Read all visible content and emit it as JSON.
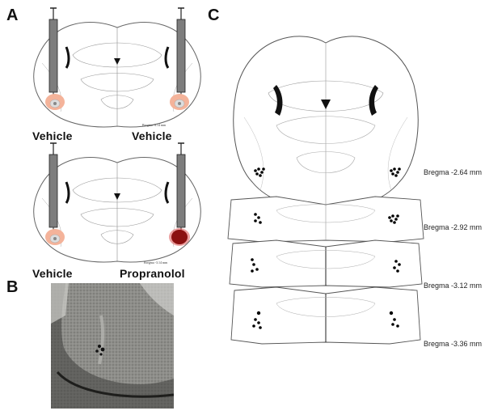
{
  "panels": {
    "a": {
      "letter": "A",
      "top_left_label": "Vehicle",
      "top_right_label": "Vehicle",
      "top_bregma": "Bregma -3.14 mm",
      "bottom_left_label": "Vehicle",
      "bottom_right_label": "Propranolol",
      "bottom_bregma": "Bregma -3.14 mm"
    },
    "b": {
      "letter": "B"
    },
    "c": {
      "letter": "C",
      "levels": [
        "Bregma -2.64 mm",
        "Bregma -2.92 mm",
        "Bregma -3.12 mm",
        "Bregma -3.36 mm"
      ]
    }
  },
  "colors": {
    "vehicle_spread": "#f4b39a",
    "propranolol_spread": "#8b1010",
    "cannula": "#7d7d7d",
    "placement_dot": "#000000"
  }
}
